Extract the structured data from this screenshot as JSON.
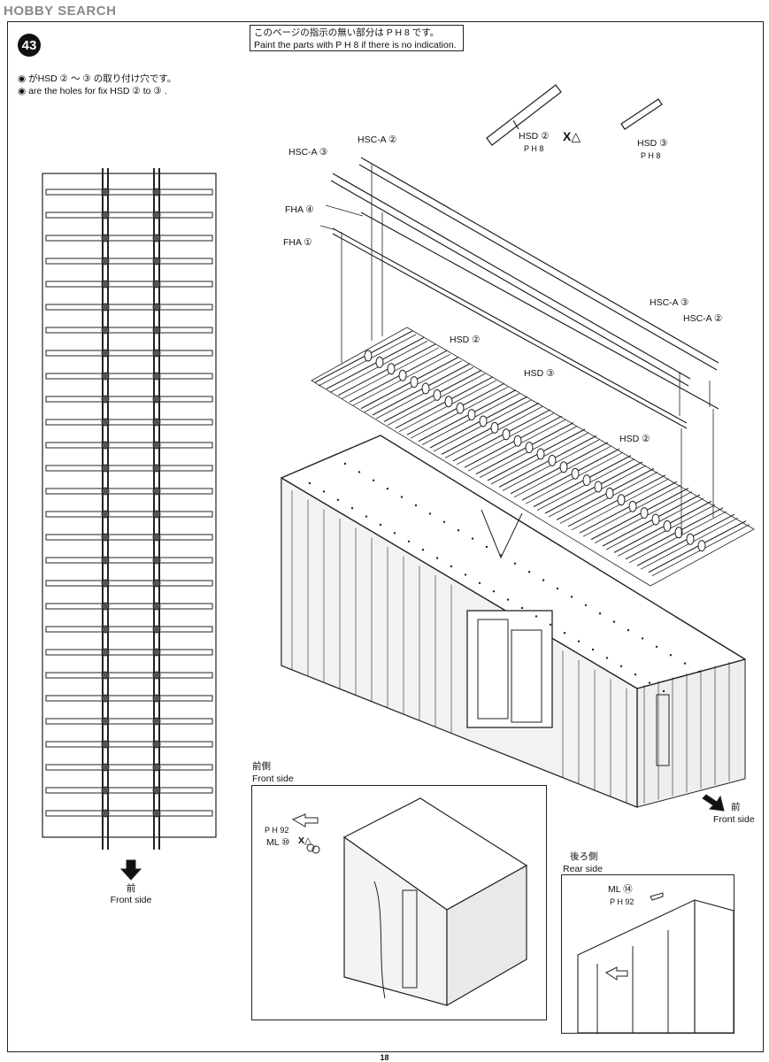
{
  "watermark": "HOBBY SEARCH",
  "step_number": "43",
  "note": {
    "jp": "このページの指示の無い部分は P H 8 です。",
    "en": "Paint the parts with P H 8 if there is no indication."
  },
  "holes_note": {
    "jp": "◉ がHSD ② 〜 ③ の取り付け穴です。",
    "en": "◉ are the holes for fix HSD ② to ③ ."
  },
  "parts": {
    "hsd2_top": "HSD ②",
    "hsd2_top_paint": "P H 8",
    "hsd3_top": "HSD ③",
    "hsd3_top_paint": "P H 8",
    "hsca2": "HSC-A ②",
    "hsca3": "HSC-A ③",
    "fha4": "FHA ④",
    "fha1": "FHA ①",
    "hsca3_r": "HSC-A ③",
    "hsca2_r": "HSC-A ②",
    "hsd2_mid": "HSD ②",
    "hsd3_mid": "HSD ③",
    "hsd2_right": "HSD ②"
  },
  "front_arrow_left": {
    "jp": "前",
    "en": "Front side"
  },
  "front_arrow_right": {
    "jp": "前",
    "en": "Front side"
  },
  "front_inset": {
    "title_jp": "前側",
    "title_en": "Front side",
    "paint": "P H 92",
    "part": "ML ⑩"
  },
  "rear_inset": {
    "title_jp": "後ろ側",
    "title_en": "Rear side",
    "part": "ML ⑭",
    "paint": "P H 92"
  },
  "page_number": "18"
}
